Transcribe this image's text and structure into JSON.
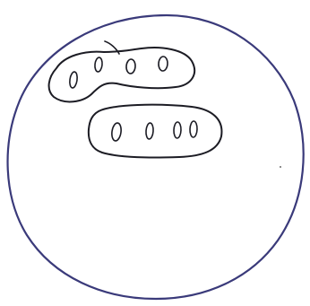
{
  "figure": {
    "kind": "hand-drawn sketch",
    "ink_colors": {
      "circle": "#3a3a7a",
      "drawing": "#1c1c24"
    },
    "outer_circle": {
      "label": ""
    },
    "groups": [
      {
        "shape": "peanut-shaped outline",
        "oval_count": 4
      },
      {
        "shape": "rounded capsule outline",
        "oval_count": 4
      }
    ]
  }
}
